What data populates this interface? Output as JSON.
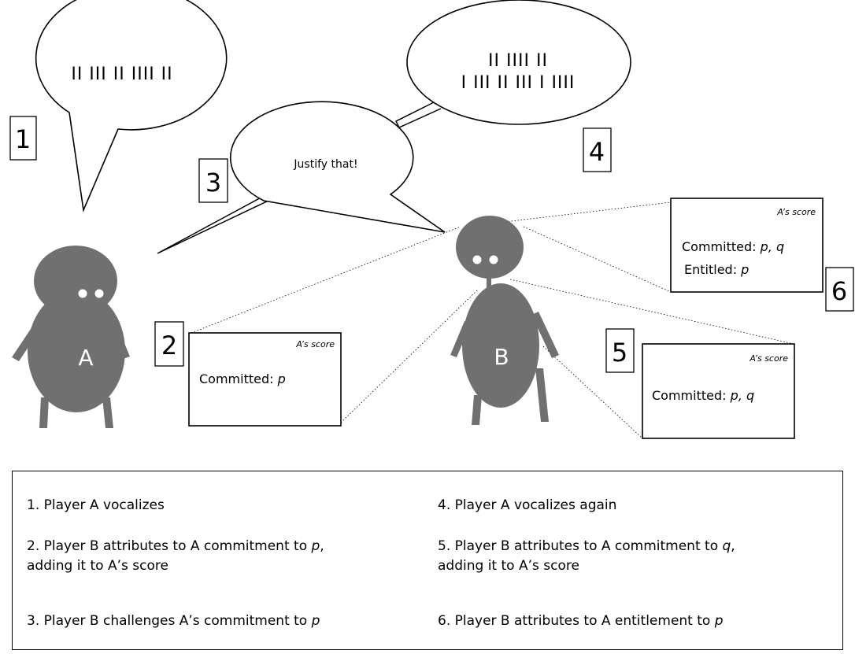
{
  "speech": {
    "bubble1_ticks": "II III II IIII II",
    "bubble4_line1": "II IIII II",
    "bubble4_line2": "I III II III I IIII",
    "challenge": "Justify that!"
  },
  "step_numbers": {
    "n1": "1",
    "n2": "2",
    "n3": "3",
    "n4": "4",
    "n5": "5",
    "n6": "6"
  },
  "players": {
    "a_label": "A",
    "b_label": "B"
  },
  "score_cards": [
    {
      "title": "A’s score",
      "line1_label": "Committed: ",
      "line1_value": "p",
      "line2_label": "",
      "line2_value": ""
    },
    {
      "title": "A’s score",
      "line1_label": "Committed: ",
      "line1_value": "p, q",
      "line2_label": "",
      "line2_value": ""
    },
    {
      "title": "A’s score",
      "line1_label": "Committed: ",
      "line1_value": "p, q",
      "line2_label": "Entitled: ",
      "line2_value": "p"
    }
  ],
  "legend": {
    "item1": "1. Player A vocalizes",
    "item2": "2. Player B attributes to A commitment to p,\nadding it to A’s score",
    "item3": "3. Player B challenges A’s commitment to p",
    "item4": "4. Player A vocalizes again",
    "item5": "5. Player B attributes to A commitment to q,\nadding it to A’s score",
    "item6": "6. Player B attributes to A entitlement to p"
  },
  "colors": {
    "figure": "#707070",
    "ink": "#000000",
    "background": "#ffffff"
  }
}
